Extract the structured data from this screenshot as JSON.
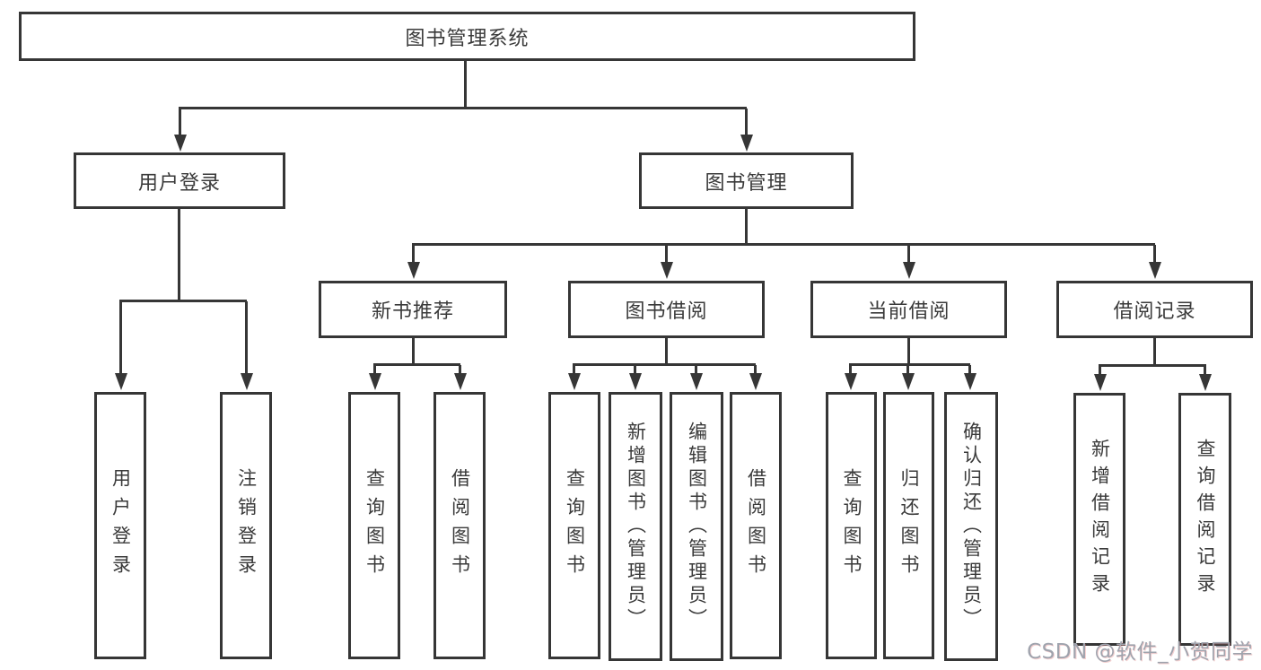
{
  "diagram": {
    "root": {
      "label": "图书管理系统"
    },
    "level2": [
      {
        "id": "user-login",
        "label": "用户登录"
      },
      {
        "id": "book-management",
        "label": "图书管理"
      }
    ],
    "level3": [
      {
        "id": "new-book-recommendation",
        "label": "新书推荐",
        "parent": "图书管理"
      },
      {
        "id": "book-borrowing",
        "label": "图书借阅",
        "parent": "图书管理"
      },
      {
        "id": "current-borrowing",
        "label": "当前借阅",
        "parent": "图书管理"
      },
      {
        "id": "borrowing-records",
        "label": "借阅记录",
        "parent": "图书管理"
      }
    ],
    "leaves": [
      {
        "id": "user-login-leaf",
        "label": "用户登录",
        "parent": "用户登录"
      },
      {
        "id": "logout",
        "label": "注销登录",
        "parent": "用户登录"
      },
      {
        "id": "query-books-recommend",
        "label": "查询图书",
        "parent": "新书推荐"
      },
      {
        "id": "borrow-books-recommend",
        "label": "借阅图书",
        "parent": "新书推荐"
      },
      {
        "id": "query-books-borrowing",
        "label": "查询图书",
        "parent": "图书借阅"
      },
      {
        "id": "add-book-admin",
        "label": "新增图书（管理员）",
        "parent": "图书借阅"
      },
      {
        "id": "edit-book-admin",
        "label": "编辑图书（管理员）",
        "parent": "图书借阅"
      },
      {
        "id": "borrow-books-borrowing",
        "label": "借阅图书",
        "parent": "图书借阅"
      },
      {
        "id": "query-books-current",
        "label": "查询图书",
        "parent": "当前借阅"
      },
      {
        "id": "return-book",
        "label": "归还图书",
        "parent": "当前借阅"
      },
      {
        "id": "confirm-return-admin",
        "label": "确认归还（管理员）",
        "parent": "当前借阅"
      },
      {
        "id": "add-borrow-record",
        "label": "新增借阅记录",
        "parent": "借阅记录"
      },
      {
        "id": "query-borrow-record",
        "label": "查询借阅记录",
        "parent": "借阅记录"
      }
    ],
    "line_color": "#363636"
  },
  "watermark": {
    "text": "CSDN @软件_小贺同学"
  }
}
